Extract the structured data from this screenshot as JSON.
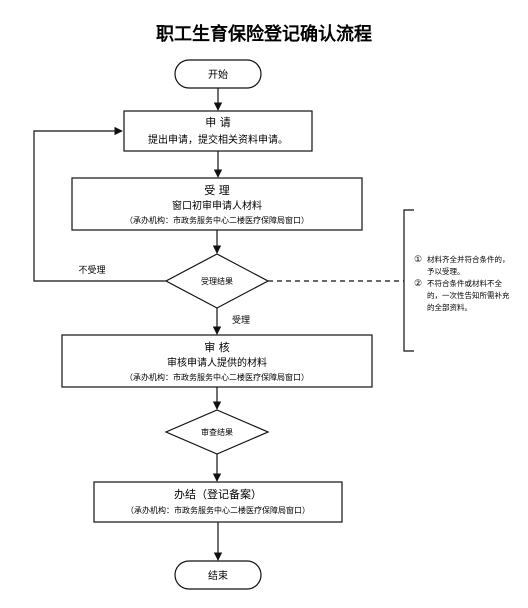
{
  "title": "职工生育保险登记确认流程",
  "start": "开始",
  "apply": {
    "heading": "申 请",
    "desc": "提出申请，提交相关资料申请。"
  },
  "accept": {
    "heading": "受 理",
    "desc": "窗口初审申请人材料",
    "org": "（承办机构：市政务服务中心二楼医疗保障局窗口）"
  },
  "accept_decision": "受理结果",
  "not_accepted": "不受理",
  "accepted": "受理",
  "notes": [
    {
      "marker": "①",
      "lines": [
        "材料齐全并符合条件的，",
        "予以受理。"
      ]
    },
    {
      "marker": "②",
      "lines": [
        "不符合条件或材料不全",
        "的，一次性告知所需补充",
        "的全部资料。"
      ]
    }
  ],
  "review": {
    "heading": "审 核",
    "desc": "审核申请人提供的材料",
    "org": "（承办机构：市政务服务中心二楼医疗保障局窗口）"
  },
  "review_decision": "审查结果",
  "finish": {
    "heading": "办结（登记备案）",
    "org": "（承办机构：市政务服务中心二楼医疗保障局窗口）"
  },
  "end": "结束"
}
